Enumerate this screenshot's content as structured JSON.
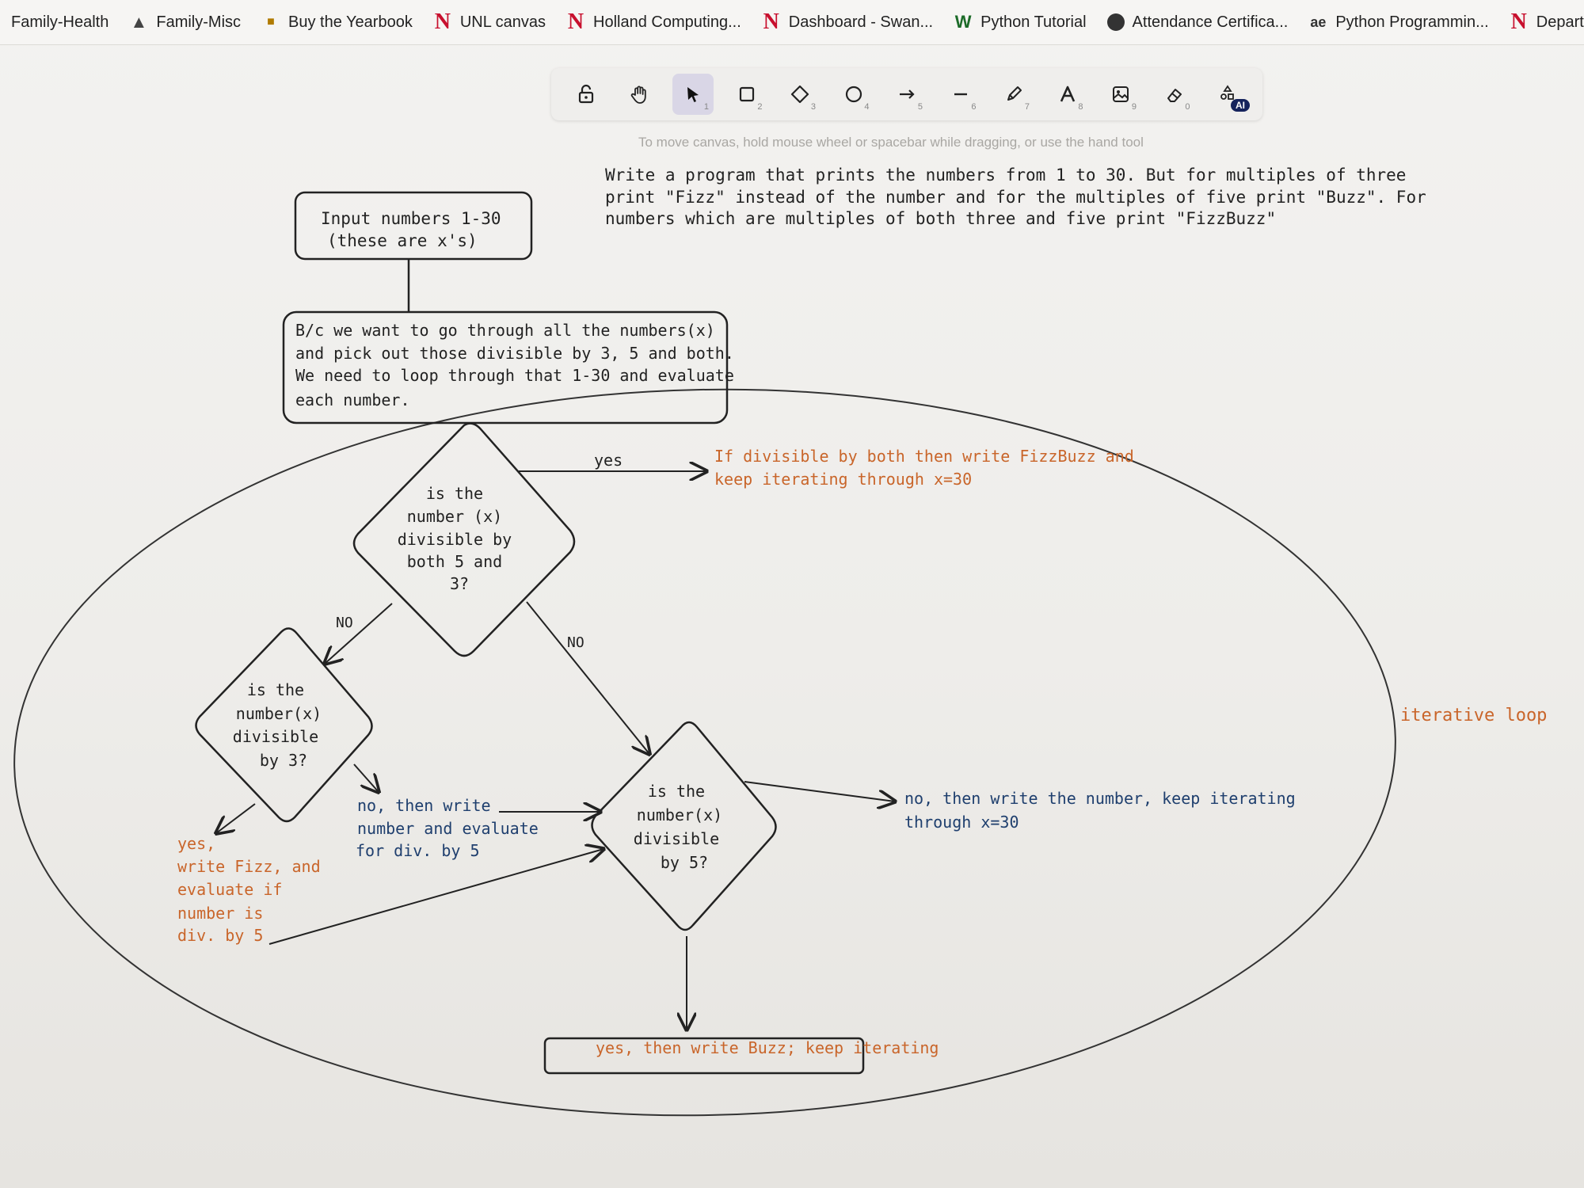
{
  "bookmarks": [
    {
      "label": "Family-Health",
      "icon": "none"
    },
    {
      "label": "Family-Misc",
      "icon": "drive-icon"
    },
    {
      "label": "Buy the Yearbook",
      "icon": "yearbook-icon"
    },
    {
      "label": "UNL canvas",
      "icon": "nebraska-n-icon"
    },
    {
      "label": "Holland Computing...",
      "icon": "nebraska-n-icon"
    },
    {
      "label": "Dashboard - Swan...",
      "icon": "nebraska-n-icon"
    },
    {
      "label": "Python Tutorial",
      "icon": "w3schools-icon"
    },
    {
      "label": "Attendance Certifica...",
      "icon": "globe-icon"
    },
    {
      "label": "Python Programmin...",
      "icon": "ae-icon"
    },
    {
      "label": "Departmen",
      "icon": "nebraska-n-icon"
    }
  ],
  "toolbar": {
    "tools": [
      {
        "name": "lock",
        "key": ""
      },
      {
        "name": "hand",
        "key": ""
      },
      {
        "name": "selection",
        "key": "1"
      },
      {
        "name": "rectangle",
        "key": "2"
      },
      {
        "name": "diamond",
        "key": "3"
      },
      {
        "name": "ellipse",
        "key": "4"
      },
      {
        "name": "arrow",
        "key": "5"
      },
      {
        "name": "line",
        "key": "6"
      },
      {
        "name": "draw",
        "key": "7"
      },
      {
        "name": "text",
        "key": "8"
      },
      {
        "name": "image",
        "key": "9"
      },
      {
        "name": "eraser",
        "key": "0"
      },
      {
        "name": "more-shapes",
        "key": ""
      }
    ],
    "ai_badge": "AI",
    "hint": "To move canvas, hold mouse wheel or spacebar while dragging, or use the hand tool"
  },
  "diagram": {
    "prompt_lines": [
      "Write a program that prints the numbers from 1 to 30. But for multiples of three",
      "print \"Fizz\" instead of the number and for the multiples of five print \"Buzz\". For",
      "numbers which are multiples of both three and five print \"FizzBuzz\""
    ],
    "input_box": [
      "Input numbers 1-30",
      "(these are x's)"
    ],
    "loop_box": [
      "B/c we want to go through all the numbers(x)",
      "and pick out those divisible by 3, 5 and both.",
      "We need to loop through that 1-30 and evaluate",
      "each number."
    ],
    "diamond_both": [
      "is the",
      "number (x)",
      "divisible by",
      "both 5 and",
      "3?"
    ],
    "diamond_three": [
      "is the",
      "number(x)",
      "divisible",
      "by 3?"
    ],
    "diamond_five": [
      "is the",
      "number(x)",
      "divisible",
      "by 5?"
    ],
    "label_yes_top": "yes",
    "label_no_left": "NO",
    "label_no_right": "NO",
    "fizzbuzz_note": [
      "If divisible by both then write FizzBuzz and",
      "keep iterating through x=30"
    ],
    "fizz_note": [
      "yes,",
      "write Fizz, and",
      "evaluate if",
      "number is",
      "div. by 5"
    ],
    "not_three_note": [
      "no, then write",
      "number and evaluate",
      "for div. by 5"
    ],
    "not_five_note": [
      "no, then write the number, keep iterating",
      "through x=30"
    ],
    "loop_label": "iterative loop",
    "buzz_box": "yes, then write Buzz; keep iterating"
  },
  "colors": {
    "ink": "#222222",
    "orange": "#c9652a",
    "toolbar_active": "#d9d6e6",
    "nebraska_red": "#c8102e"
  }
}
